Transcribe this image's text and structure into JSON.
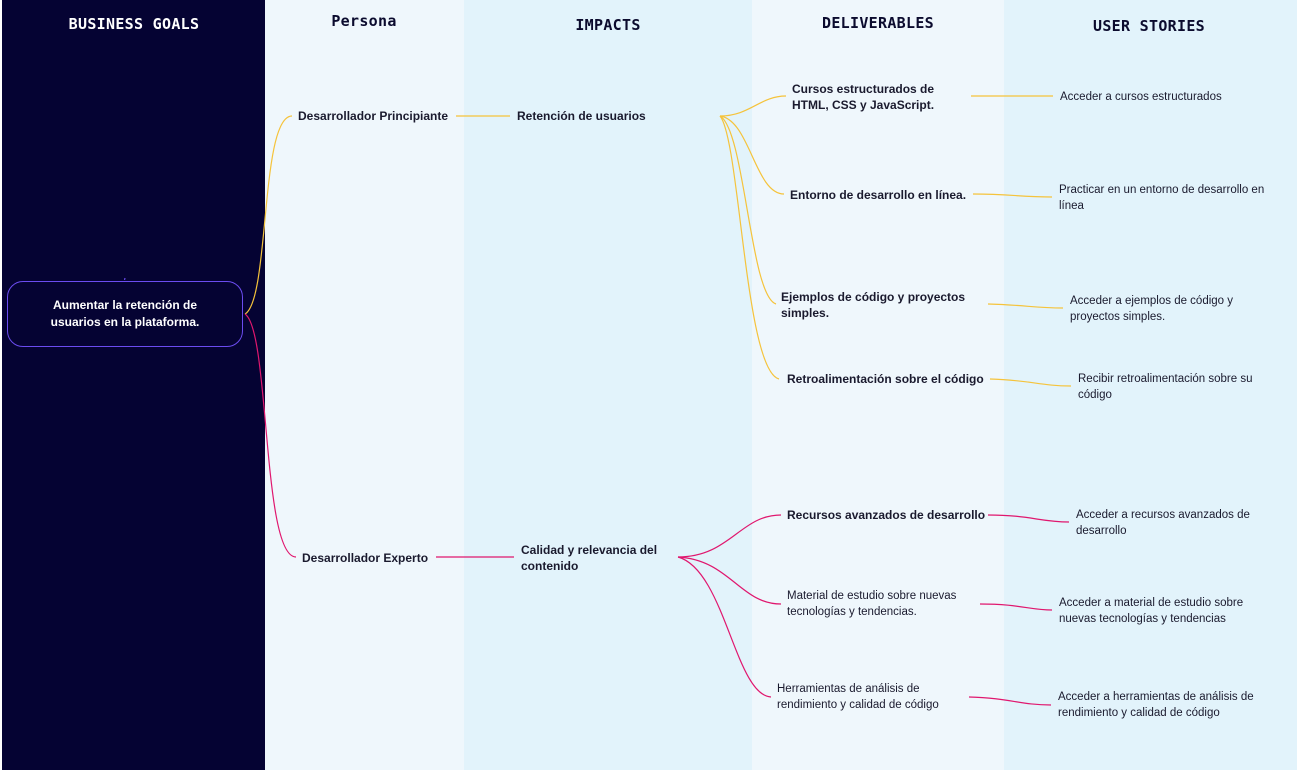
{
  "columns": {
    "business_goals": "BUSINESS GOALS",
    "persona": "Persona",
    "impacts": "IMPACTS",
    "deliverables": "DELIVERABLES",
    "user_stories": "USER STORIES"
  },
  "goal": "Aumentar la retención de usuarios en la plataforma.",
  "personas": [
    "Desarrollador Principiante",
    "Desarrollador Experto"
  ],
  "impacts": [
    "Retención de usuarios",
    "Calidad y relevancia del contenido"
  ],
  "deliverables": [
    "Cursos estructurados de HTML, CSS y JavaScript.",
    "Entorno de desarrollo en línea.",
    "Ejemplos de código y proyectos simples.",
    "Retroalimentación sobre el código",
    "Recursos avanzados de desarrollo",
    "Material de estudio sobre nuevas tecnologías y tendencias.",
    "Herramientas de análisis de rendimiento y calidad de código"
  ],
  "user_stories": [
    "Acceder a cursos estructurados",
    "Practicar en un entorno de desarrollo en línea",
    "Acceder a ejemplos de código y proyectos simples.",
    "Recibir retroalimentación sobre su código",
    "Acceder a recursos avanzados de desarrollo",
    "Acceder a material de estudio sobre nuevas tecnologías y tendencias",
    "Acceder a herramientas de análisis de rendimiento y calidad de código"
  ],
  "colors": {
    "goals_bg": "#050333",
    "branch_1": "#f5c33b",
    "branch_2": "#e0176e",
    "goal_border": "#6b4cf0"
  }
}
